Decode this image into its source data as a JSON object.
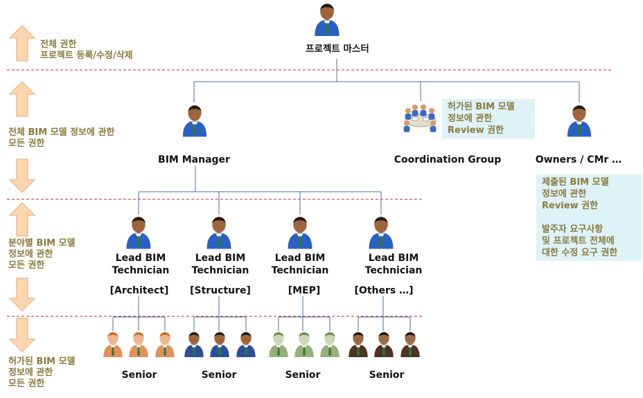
{
  "colors": {
    "side_text": "#8a7a3c",
    "arrow_fill": "#fcd7b0",
    "arrow_stroke": "#f0b27c",
    "dash_line": "#cc2222",
    "connector": "#4a6ea8",
    "note_box": "#ddf3f8",
    "suit_blue": "#2a5fc4",
    "senior_orange": "#e0915a",
    "senior_blue": "#2d4f9a",
    "senior_green": "#97b07a",
    "senior_brown": "#4d3320"
  },
  "icons": {
    "person": "person-icon",
    "group": "meeting-group-icon",
    "arrow_up": "arrow-up-icon",
    "arrow_down": "arrow-down-icon"
  },
  "side": {
    "level1": [
      "전체 권한",
      "프로젝트 등록/수정/삭제"
    ],
    "level2": [
      "전체 BIM 모델 정보에 관한",
      "모든 권한"
    ],
    "level3": [
      "분야별 BIM 모델",
      "정보에 관한",
      "모든 권한"
    ],
    "level4": [
      "허가된 BIM 모델",
      "정보에 관한",
      "모든 권한"
    ]
  },
  "top": {
    "label": "프로젝트 마스터"
  },
  "level2": {
    "manager": "BIM Manager",
    "coordination": "Coordination Group",
    "owners": "Owners / CMr …",
    "coordination_note": [
      "허가된 BIM 모델",
      "정보에 관한",
      "Review 권한"
    ],
    "owners_note": [
      "제출된 BIM 모델",
      "정보에 관한",
      "Review 권한",
      "",
      "발주자 요구사항",
      "및 프로젝트 전체에",
      "대한 수정 요구 권한"
    ]
  },
  "technicians": [
    {
      "line1": "Lead BIM",
      "line2": "Technician",
      "discipline": "[Architect]"
    },
    {
      "line1": "Lead BIM",
      "line2": "Technician",
      "discipline": "[Structure]"
    },
    {
      "line1": "Lead BIM",
      "line2": "Technician",
      "discipline": "[MEP]"
    },
    {
      "line1": "Lead BIM",
      "line2": "Technician",
      "discipline": "[Others …]"
    }
  ],
  "seniors": [
    "Senior",
    "Senior",
    "Senior",
    "Senior"
  ]
}
